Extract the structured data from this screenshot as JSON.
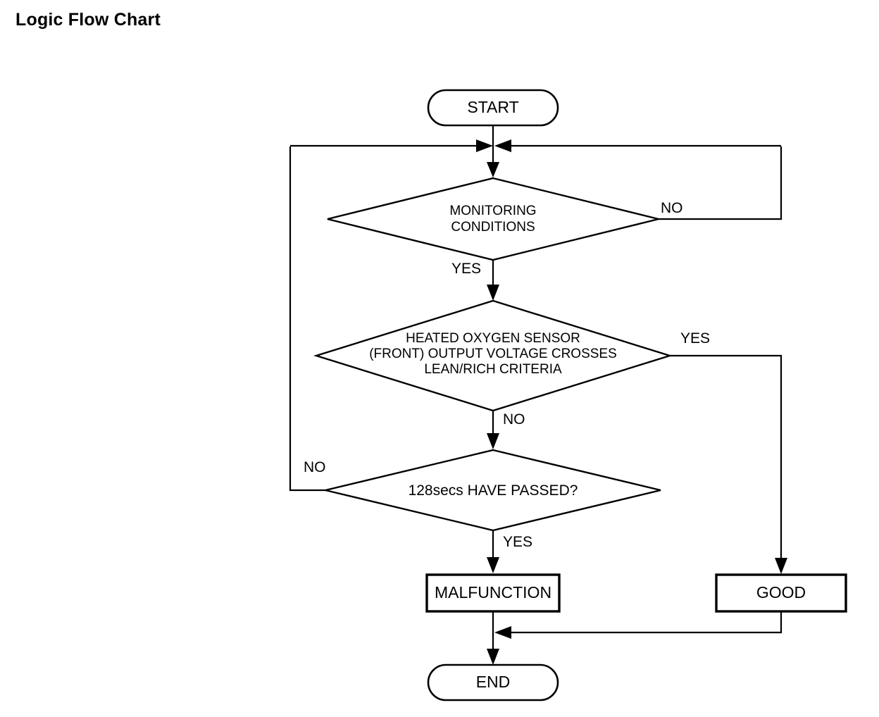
{
  "page": {
    "title": "Logic Flow Chart",
    "background_color": "#ffffff",
    "line_color": "#000000"
  },
  "chart_data": {
    "type": "diagram",
    "diagram_kind": "flowchart",
    "title": "Logic Flow Chart",
    "nodes": [
      {
        "id": "start",
        "shape": "terminator",
        "text": "START"
      },
      {
        "id": "monitor",
        "shape": "decision",
        "text": "MONITORING CONDITIONS",
        "lines": [
          "MONITORING",
          "CONDITIONS"
        ]
      },
      {
        "id": "sensor",
        "shape": "decision",
        "text": "HEATED OXYGEN SENSOR (FRONT) OUTPUT VOLTAGE CROSSES LEAN/RICH CRITERIA",
        "lines": [
          "HEATED OXYGEN SENSOR",
          "(FRONT) OUTPUT VOLTAGE CROSSES",
          "LEAN/RICH CRITERIA"
        ]
      },
      {
        "id": "timer",
        "shape": "decision",
        "text": "128secs HAVE PASSED?",
        "lines": [
          "128secs HAVE PASSED?"
        ]
      },
      {
        "id": "malfunction",
        "shape": "process",
        "text": "MALFUNCTION"
      },
      {
        "id": "good",
        "shape": "process",
        "text": "GOOD"
      },
      {
        "id": "end",
        "shape": "terminator",
        "text": "END"
      }
    ],
    "edges": [
      {
        "from": "start",
        "to": "junction",
        "label": ""
      },
      {
        "from": "junction",
        "to": "monitor",
        "label": ""
      },
      {
        "from": "monitor",
        "to": "junction",
        "label": "NO",
        "side": "right"
      },
      {
        "from": "monitor",
        "to": "sensor",
        "label": "YES",
        "side": "bottom"
      },
      {
        "from": "sensor",
        "to": "good",
        "label": "YES",
        "side": "right"
      },
      {
        "from": "sensor",
        "to": "timer",
        "label": "NO",
        "side": "bottom"
      },
      {
        "from": "timer",
        "to": "junction",
        "label": "NO",
        "side": "left"
      },
      {
        "from": "timer",
        "to": "malfunction",
        "label": "YES",
        "side": "bottom"
      },
      {
        "from": "malfunction",
        "to": "end",
        "label": ""
      },
      {
        "from": "good",
        "to": "end",
        "label": ""
      }
    ],
    "edge_labels": [
      "NO",
      "YES",
      "YES",
      "NO",
      "NO",
      "YES"
    ]
  },
  "labels": {
    "start": "START",
    "monitor_line1": "MONITORING",
    "monitor_line2": "CONDITIONS",
    "sensor_line1": "HEATED OXYGEN SENSOR",
    "sensor_line2": "(FRONT) OUTPUT VOLTAGE CROSSES",
    "sensor_line3": "LEAN/RICH CRITERIA",
    "timer": "128secs HAVE PASSED?",
    "malfunction": "MALFUNCTION",
    "good": "GOOD",
    "end": "END",
    "monitor_no": "NO",
    "monitor_yes": "YES",
    "sensor_yes": "YES",
    "sensor_no": "NO",
    "timer_no": "NO",
    "timer_yes": "YES"
  }
}
